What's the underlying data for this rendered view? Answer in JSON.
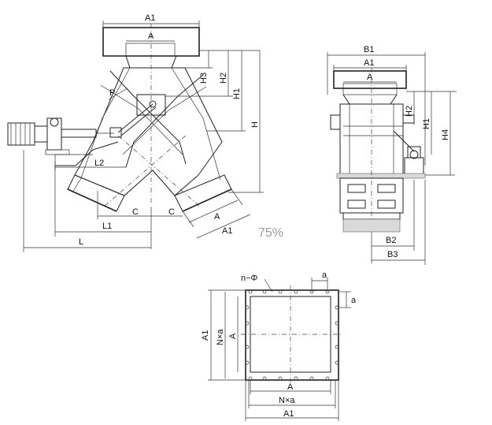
{
  "zoom_label": "75%",
  "front_view": {
    "labels": {
      "a1_top": "A1",
      "a_top": "A",
      "h3": "H3",
      "h2": "H2",
      "h1": "H1",
      "h": "H",
      "p": "P",
      "l2": "L2",
      "c_left": "C",
      "c_right": "C",
      "a_outlet": "A",
      "a1_outlet": "A1",
      "l1": "L1",
      "l": "L"
    }
  },
  "side_view": {
    "labels": {
      "b1": "B1",
      "a1": "A1",
      "a": "A",
      "h2": "H2",
      "h1": "H1",
      "h4": "H4",
      "b2": "B2",
      "b3": "B3"
    }
  },
  "flange_view": {
    "labels": {
      "n_phi": "n−Φ",
      "a_top": "a",
      "a_right": "a",
      "a1_left": "A1",
      "nxa_left": "N×a",
      "a_left": "A",
      "a_bottom": "A",
      "nxa_bottom": "N×a",
      "a1_bottom": "A1"
    }
  }
}
